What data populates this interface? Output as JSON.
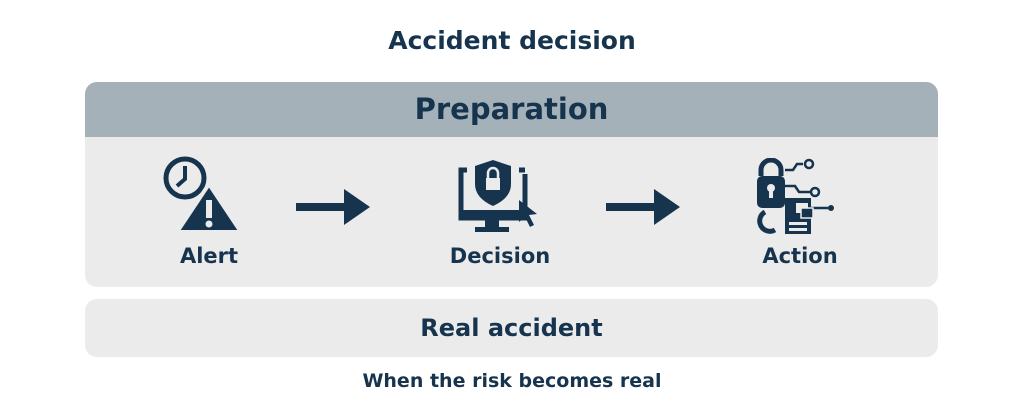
{
  "title": "Accident decision",
  "preparation": {
    "label": "Preparation",
    "steps": [
      {
        "label": "Alert",
        "icon": "clock-warning-icon"
      },
      {
        "label": "Decision",
        "icon": "monitor-shield-lock-icon"
      },
      {
        "label": "Action",
        "icon": "lock-circuit-document-icon"
      }
    ]
  },
  "real_accident": {
    "label": "Real accident"
  },
  "subtitle": "When the risk becomes real",
  "colors": {
    "navy": "#17344f",
    "header": "#a5b1b8",
    "panel": "#ebebeb"
  }
}
